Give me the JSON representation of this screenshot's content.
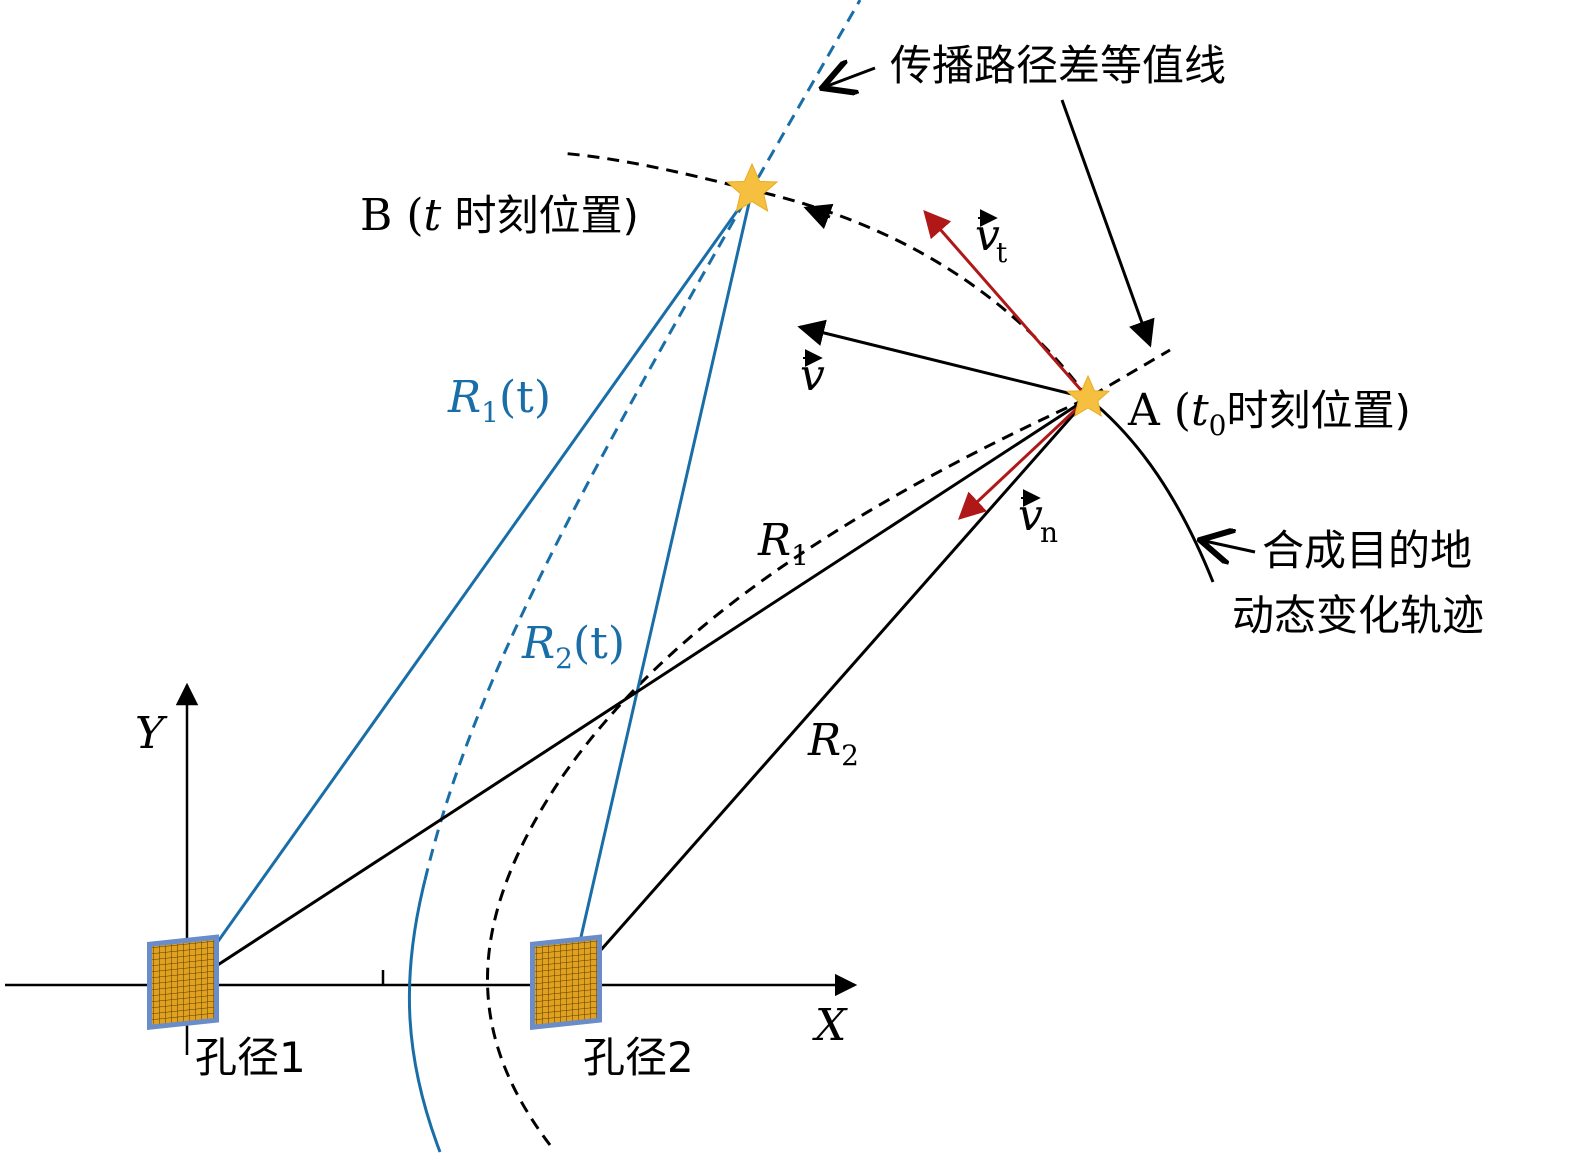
{
  "labels": {
    "contour": "传播路径差等值线",
    "point_b": "B (",
    "point_b_t": "t",
    "point_b_rest": " 时刻位置)",
    "point_a": "A (",
    "point_a_t": "t",
    "point_a_t_sub": "0",
    "point_a_rest": "时刻位置)",
    "vt": "v",
    "vt_sub": "t",
    "v": "v",
    "vn": "v",
    "vn_sub": "n",
    "r1t": "R",
    "r1t_sub": "1",
    "r1t_arg": "(t)",
    "r2t": "R",
    "r2t_sub": "2",
    "r2t_arg": "(t)",
    "r1": "R",
    "r1_sub": "1",
    "r2": "R",
    "r2_sub": "2",
    "trajectory_line1": "合成目的地",
    "trajectory_line2": "动态变化轨迹",
    "axis_x": "X",
    "axis_y": "Y",
    "aperture1": "孔径1",
    "aperture2": "孔径2"
  },
  "colors": {
    "blue": "#1a6ea8",
    "red": "#b01818",
    "black": "#000000",
    "star": "#f5c040",
    "antenna": "#e0a020",
    "antenna_frame": "#6a8cc8"
  },
  "icons": {
    "point_marker": "star-icon",
    "aperture": "antenna-array-icon"
  }
}
